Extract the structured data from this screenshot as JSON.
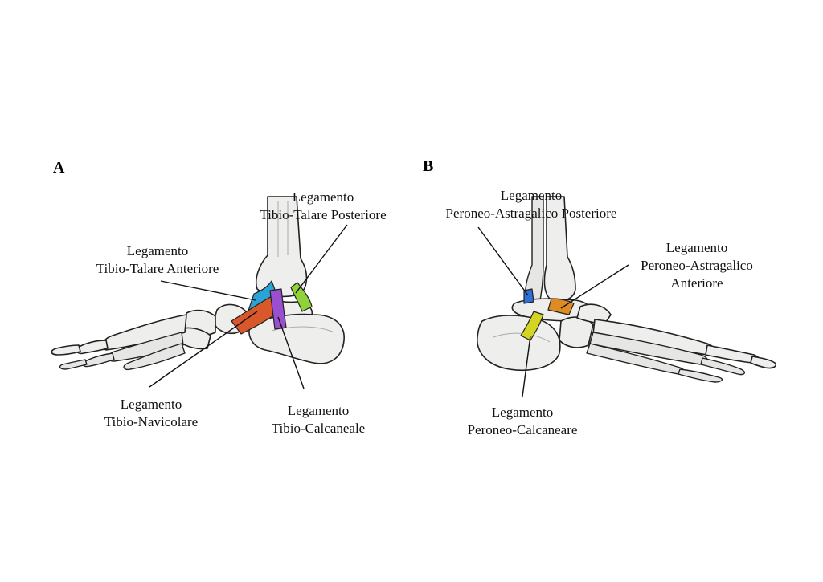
{
  "panels": {
    "a": {
      "letter": "A",
      "labels": {
        "posterior_tibiotalar": [
          "Legamento",
          "Tibio-Talare Posteriore"
        ],
        "anterior_tibiotalar": [
          "Legamento",
          "Tibio-Talare Anteriore"
        ],
        "tibionavicular": [
          "Legamento",
          "Tibio-Navicolare"
        ],
        "tibiocalcaneal": [
          "Legamento",
          "Tibio-Calcaneale"
        ]
      }
    },
    "b": {
      "letter": "B",
      "labels": {
        "posterior_talofibular": [
          "Legamento",
          "Peroneo-Astragalico Posteriore"
        ],
        "anterior_talofibular": [
          "Legamento",
          "Peroneo-Astragalico",
          "Anteriore"
        ],
        "calcaneofibular": [
          "Legamento",
          "Peroneo-Calcaneare"
        ]
      }
    }
  },
  "colors": {
    "bone": "#eeeeec",
    "outline": "#222222",
    "anterior_tibiotalar": "#2aa3d6",
    "tibionavicular": "#d9582b",
    "tibiocalcaneal": "#9a4fd0",
    "posterior_tibiotalar": "#8fd23a",
    "posterior_talofibular": "#2f6fd6",
    "anterior_talofibular": "#e08a22",
    "calcaneofibular": "#d4d424"
  }
}
